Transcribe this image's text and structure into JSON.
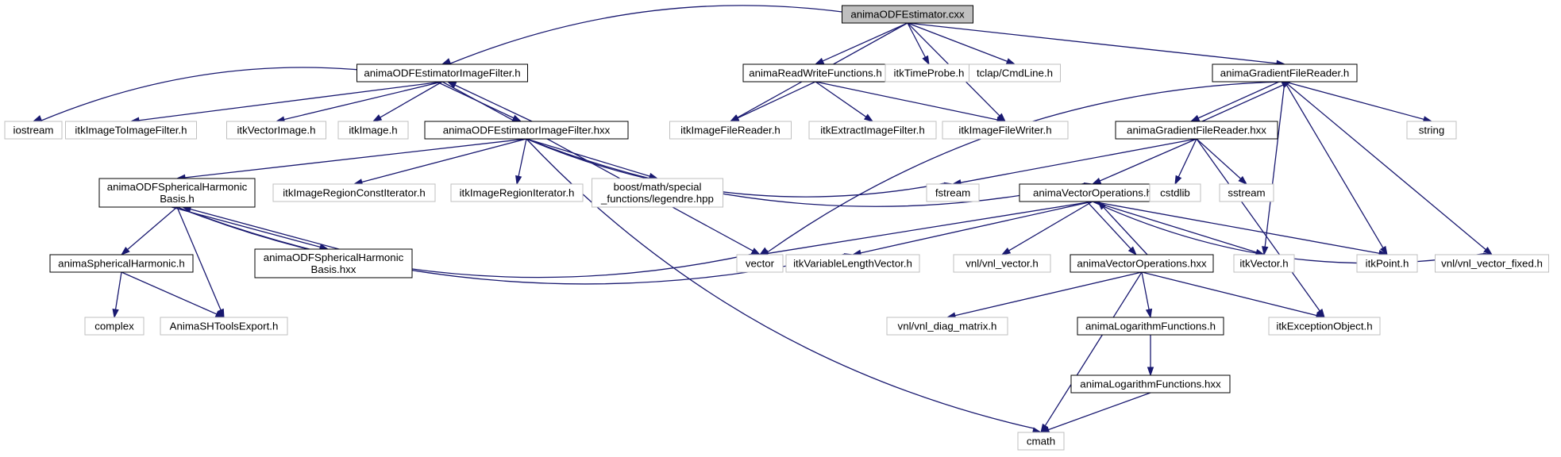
{
  "diagram": {
    "title": "",
    "edge_color": "#191970",
    "root_fill": "#bfbfbf",
    "local_border": "#000000",
    "external_border": "#bfbfbf",
    "nodes": [
      {
        "id": "root",
        "lines": [
          "animaODFEstimator.cxx"
        ],
        "kind": "root"
      },
      {
        "id": "efh",
        "lines": [
          "animaODFEstimatorImageFilter.h"
        ],
        "kind": "local"
      },
      {
        "id": "rwf",
        "lines": [
          "animaReadWriteFunctions.h"
        ],
        "kind": "local"
      },
      {
        "id": "itp",
        "lines": [
          "itkTimeProbe.h"
        ],
        "kind": "ext"
      },
      {
        "id": "tcl",
        "lines": [
          "tclap/CmdLine.h"
        ],
        "kind": "ext"
      },
      {
        "id": "gfr",
        "lines": [
          "animaGradientFileReader.h"
        ],
        "kind": "local"
      },
      {
        "id": "ios",
        "lines": [
          "iostream"
        ],
        "kind": "ext"
      },
      {
        "id": "iti",
        "lines": [
          "itkImageToImageFilter.h"
        ],
        "kind": "ext"
      },
      {
        "id": "ivi",
        "lines": [
          "itkVectorImage.h"
        ],
        "kind": "ext"
      },
      {
        "id": "iim",
        "lines": [
          "itkImage.h"
        ],
        "kind": "ext"
      },
      {
        "id": "efx",
        "lines": [
          "animaODFEstimatorImageFilter.hxx"
        ],
        "kind": "local"
      },
      {
        "id": "ifr",
        "lines": [
          "itkImageFileReader.h"
        ],
        "kind": "ext"
      },
      {
        "id": "iex",
        "lines": [
          "itkExtractImageFilter.h"
        ],
        "kind": "ext"
      },
      {
        "id": "ifw",
        "lines": [
          "itkImageFileWriter.h"
        ],
        "kind": "ext"
      },
      {
        "id": "gfx",
        "lines": [
          "animaGradientFileReader.hxx"
        ],
        "kind": "local"
      },
      {
        "id": "str",
        "lines": [
          "string"
        ],
        "kind": "ext"
      },
      {
        "id": "shb",
        "lines": [
          "animaODFSphericalHarmonic",
          "Basis.h"
        ],
        "kind": "local"
      },
      {
        "id": "irc",
        "lines": [
          "itkImageRegionConstIterator.h"
        ],
        "kind": "ext"
      },
      {
        "id": "iri",
        "lines": [
          "itkImageRegionIterator.h"
        ],
        "kind": "ext"
      },
      {
        "id": "leg",
        "lines": [
          "boost/math/special",
          "_functions/legendre.hpp"
        ],
        "kind": "ext"
      },
      {
        "id": "fst",
        "lines": [
          "fstream"
        ],
        "kind": "ext"
      },
      {
        "id": "vop",
        "lines": [
          "animaVectorOperations.h"
        ],
        "kind": "local"
      },
      {
        "id": "csd",
        "lines": [
          "cstdlib"
        ],
        "kind": "ext"
      },
      {
        "id": "sst",
        "lines": [
          "sstream"
        ],
        "kind": "ext"
      },
      {
        "id": "sph",
        "lines": [
          "animaSphericalHarmonic.h"
        ],
        "kind": "local"
      },
      {
        "id": "shx",
        "lines": [
          "animaODFSphericalHarmonic",
          "Basis.hxx"
        ],
        "kind": "local"
      },
      {
        "id": "vec",
        "lines": [
          "vector"
        ],
        "kind": "ext"
      },
      {
        "id": "ivl",
        "lines": [
          "itkVariableLengthVector.h"
        ],
        "kind": "ext"
      },
      {
        "id": "vnv",
        "lines": [
          "vnl/vnl_vector.h"
        ],
        "kind": "ext"
      },
      {
        "id": "vox",
        "lines": [
          "animaVectorOperations.hxx"
        ],
        "kind": "local"
      },
      {
        "id": "ivc",
        "lines": [
          "itkVector.h"
        ],
        "kind": "ext"
      },
      {
        "id": "ipt",
        "lines": [
          "itkPoint.h"
        ],
        "kind": "ext"
      },
      {
        "id": "vvf",
        "lines": [
          "vnl/vnl_vector_fixed.h"
        ],
        "kind": "ext"
      },
      {
        "id": "cpx",
        "lines": [
          "complex"
        ],
        "kind": "ext"
      },
      {
        "id": "ase",
        "lines": [
          "AnimaSHToolsExport.h"
        ],
        "kind": "ext"
      },
      {
        "id": "vdm",
        "lines": [
          "vnl/vnl_diag_matrix.h"
        ],
        "kind": "ext"
      },
      {
        "id": "lfh",
        "lines": [
          "animaLogarithmFunctions.h"
        ],
        "kind": "local"
      },
      {
        "id": "ieo",
        "lines": [
          "itkExceptionObject.h"
        ],
        "kind": "ext"
      },
      {
        "id": "lfx",
        "lines": [
          "animaLogarithmFunctions.hxx"
        ],
        "kind": "local"
      },
      {
        "id": "cma",
        "lines": [
          "cmath"
        ],
        "kind": "ext"
      }
    ],
    "edges": [
      [
        "root",
        "efh"
      ],
      [
        "root",
        "rwf"
      ],
      [
        "root",
        "itp"
      ],
      [
        "root",
        "tcl"
      ],
      [
        "root",
        "gfr"
      ],
      [
        "root",
        "ifr"
      ],
      [
        "root",
        "ifw"
      ],
      [
        "efh",
        "ios"
      ],
      [
        "efh",
        "iti"
      ],
      [
        "efh",
        "ivi"
      ],
      [
        "efh",
        "iim"
      ],
      [
        "efh",
        "efx"
      ],
      [
        "efh",
        "vec"
      ],
      [
        "efx",
        "efh"
      ],
      [
        "efx",
        "shb"
      ],
      [
        "efx",
        "irc"
      ],
      [
        "efx",
        "iri"
      ],
      [
        "efx",
        "leg"
      ],
      [
        "efx",
        "fst"
      ],
      [
        "efx",
        "vop"
      ],
      [
        "efx",
        "cma"
      ],
      [
        "rwf",
        "ifr"
      ],
      [
        "rwf",
        "iex"
      ],
      [
        "rwf",
        "ifw"
      ],
      [
        "gfr",
        "vec"
      ],
      [
        "gfr",
        "gfx"
      ],
      [
        "gfr",
        "str"
      ],
      [
        "gfr",
        "ivc"
      ],
      [
        "gfr",
        "ipt"
      ],
      [
        "gfr",
        "vvf"
      ],
      [
        "gfx",
        "gfr"
      ],
      [
        "gfx",
        "fst"
      ],
      [
        "gfx",
        "vop"
      ],
      [
        "gfx",
        "csd"
      ],
      [
        "gfx",
        "sst"
      ],
      [
        "gfx",
        "ieo"
      ],
      [
        "shb",
        "sph"
      ],
      [
        "shb",
        "shx"
      ],
      [
        "shb",
        "ase"
      ],
      [
        "shb",
        "vec"
      ],
      [
        "shb",
        "ivl"
      ],
      [
        "shx",
        "shb"
      ],
      [
        "sph",
        "cpx"
      ],
      [
        "sph",
        "ase"
      ],
      [
        "vop",
        "vec"
      ],
      [
        "vop",
        "ivl"
      ],
      [
        "vop",
        "vnv"
      ],
      [
        "vop",
        "vox"
      ],
      [
        "vop",
        "ivc"
      ],
      [
        "vop",
        "ipt"
      ],
      [
        "vop",
        "vvf"
      ],
      [
        "vox",
        "vop"
      ],
      [
        "vox",
        "vdm"
      ],
      [
        "vox",
        "lfh"
      ],
      [
        "vox",
        "ieo"
      ],
      [
        "vox",
        "cma"
      ],
      [
        "lfh",
        "lfx"
      ],
      [
        "lfx",
        "cma"
      ]
    ]
  }
}
